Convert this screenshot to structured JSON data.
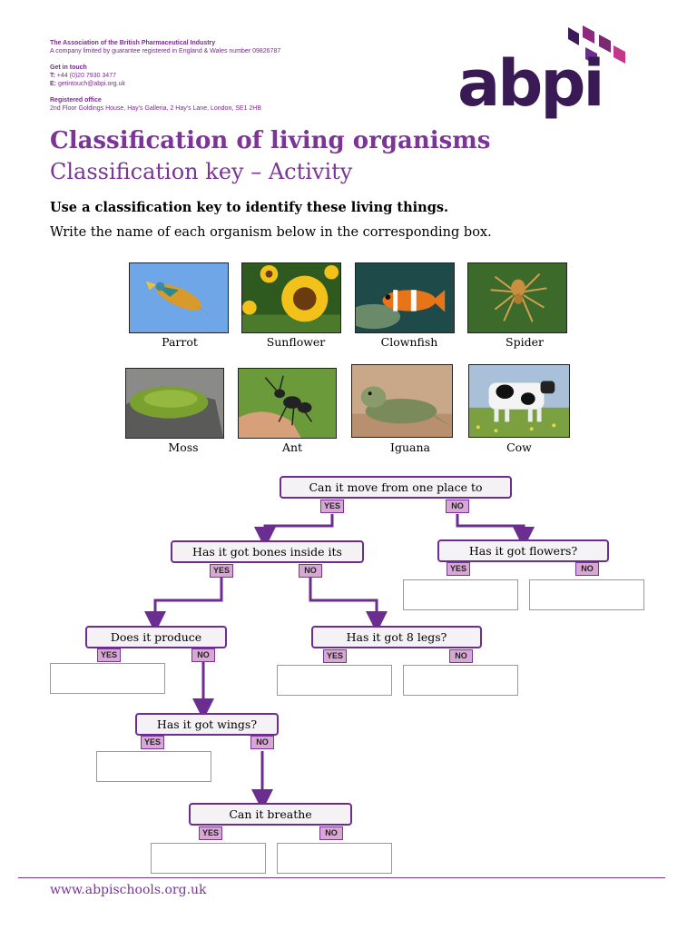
{
  "header": {
    "org_name": "The Association of the British Pharmaceutical Industry",
    "company_line": "A company limited by guarantee registered in England & Wales number 09826787",
    "contact_heading": "Get in touch",
    "tel_label": "T:",
    "tel_value": "+44 (0)20 7930 3477",
    "email_label": "E:",
    "email_value": "getintouch@abpi.org.uk",
    "office_heading": "Registered office",
    "office_address": "2nd Floor Goldings House, Hay's Galleria, 2 Hay's Lane, London, SE1 2HB",
    "logo_text": "abpi",
    "brand_color": "#6b2d8f"
  },
  "title": "Classification of living organisms",
  "subtitle": "Classification key – Activity",
  "instruction_bold": "Use a classification key to identify these living things.",
  "instruction": "Write the name of each organism below in the corresponding box.",
  "organisms": {
    "parrot": "Parrot",
    "sunflower": "Sunflower",
    "clownfish": "Clownfish",
    "spider": "Spider",
    "moss": "Moss",
    "ant": "Ant",
    "iguana": "Iguana",
    "cow": "Cow"
  },
  "key": {
    "q1": "Can it move from one place to",
    "q2": "Has it got bones inside its",
    "q3": "Has it got flowers?",
    "q4": "Does it produce",
    "q5": "Has it got 8 legs?",
    "q6": "Has it got wings?",
    "q7": "Can it breathe",
    "yes": "YES",
    "no": "NO"
  },
  "footer": {
    "url": "www.abpischools.org.uk"
  }
}
